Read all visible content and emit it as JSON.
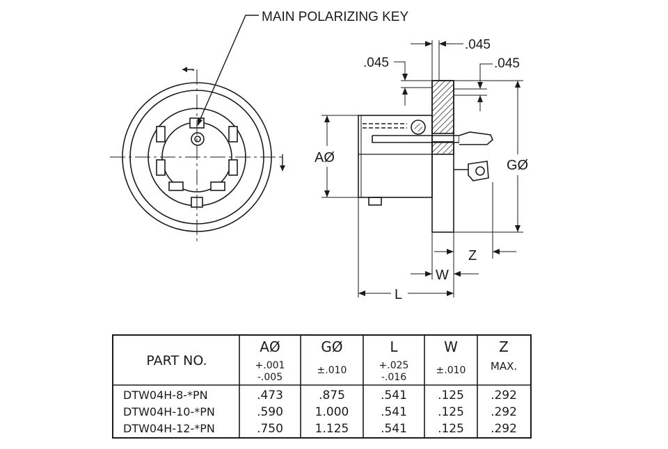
{
  "callouts": {
    "key_note": "MAIN POLARIZING KEY",
    "dim_top": ".045",
    "dim_left": ".045",
    "dim_right": ".045",
    "a_dia": "AØ",
    "g_dia": "GØ",
    "z": "Z",
    "w": "W",
    "l": "L"
  },
  "table": {
    "headers": [
      {
        "name": "PART NO.",
        "sub1": "",
        "sub2": ""
      },
      {
        "name": "AØ",
        "sub1": "+.001",
        "sub2": "-.005"
      },
      {
        "name": "GØ",
        "sub1": "±.010",
        "sub2": ""
      },
      {
        "name": "L",
        "sub1": "+.025",
        "sub2": "-.016"
      },
      {
        "name": "W",
        "sub1": "±.010",
        "sub2": ""
      },
      {
        "name": "Z",
        "sub1": "MAX.",
        "sub2": ""
      }
    ],
    "rows": [
      [
        "DTW04H-8-*PN",
        ".473",
        ".875",
        ".541",
        ".125",
        ".292"
      ],
      [
        "DTW04H-10-*PN",
        ".590",
        "1.000",
        ".541",
        ".125",
        ".292"
      ],
      [
        "DTW04H-12-*PN",
        ".750",
        "1.125",
        ".541",
        ".125",
        ".292"
      ]
    ]
  }
}
